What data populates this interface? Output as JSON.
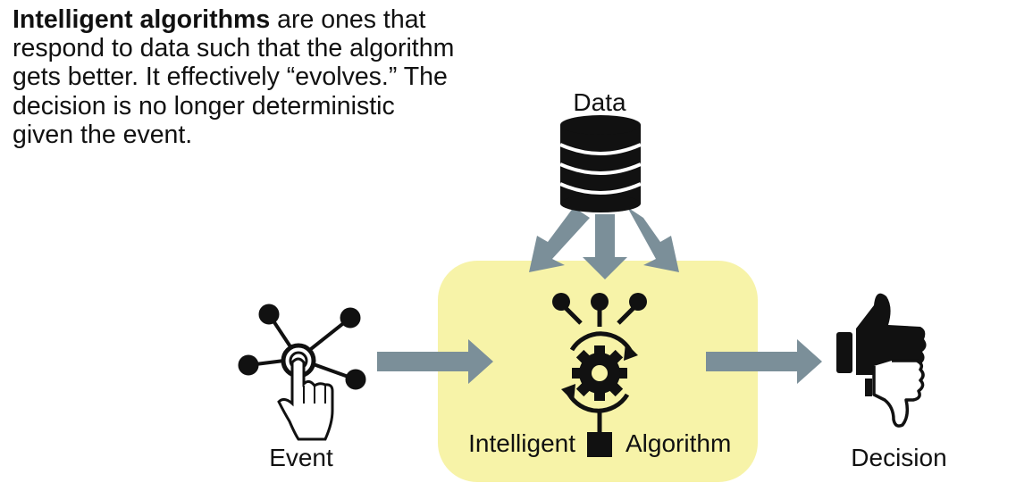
{
  "description": {
    "bold_term": "Intelligent algorithms",
    "rest": " are ones that respond to data such that the algorithm gets better. It effectively “evolves.” The decision is no longer deterministic given the event."
  },
  "labels": {
    "data": "Data",
    "event": "Event",
    "algorithm_left": "Intelligent",
    "algorithm_right": "Algorithm",
    "decision": "Decision"
  },
  "colors": {
    "box_fill": "#f7f3a8",
    "arrow": "#7b8f99",
    "icon": "#111111"
  },
  "icons": {
    "data": "database-icon",
    "event": "touch-network-icon",
    "algorithm": "gear-cycle-icon",
    "decision": "thumbs-up-down-icon"
  }
}
